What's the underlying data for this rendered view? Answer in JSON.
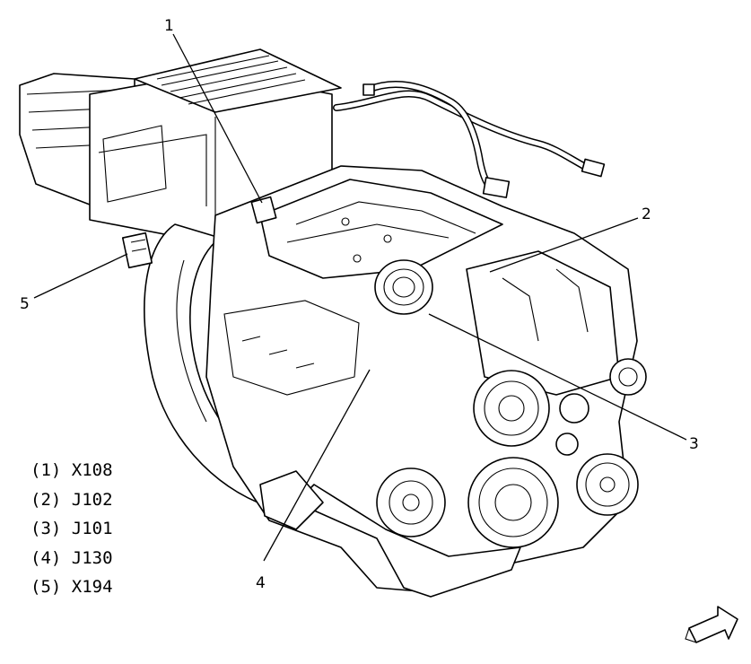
{
  "callouts": {
    "c1": "1",
    "c2": "2",
    "c3": "3",
    "c4": "4",
    "c5": "5"
  },
  "legend": [
    "(1) X108",
    "(2) J102",
    "(3) J101",
    "(4) J130",
    "(5) X194"
  ],
  "icons": {
    "orientation_arrow": "front-direction-arrow-icon"
  },
  "colors": {
    "line": "#000000",
    "background": "#ffffff"
  }
}
